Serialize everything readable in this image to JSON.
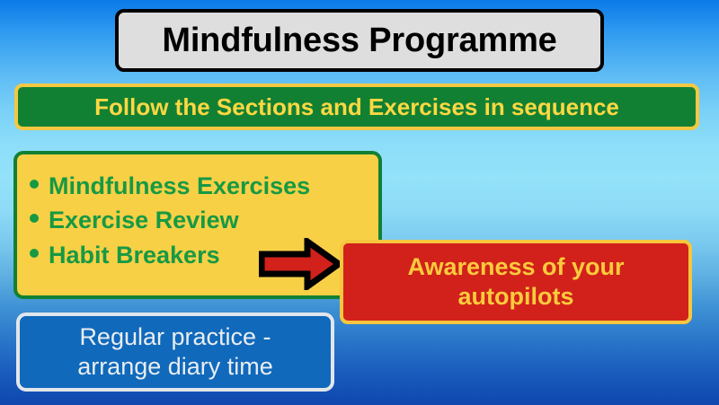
{
  "slide": {
    "title": "Mindfulness Programme",
    "banner": "Follow the Sections and Exercises in sequence",
    "bullets": [
      "Mindfulness Exercises",
      "Exercise Review",
      "Habit Breakers"
    ],
    "outcome_line1": "Awareness of your",
    "outcome_line2": "autopilots",
    "practice_line1": "Regular practice -",
    "practice_line2": "arrange diary time",
    "arrow_icon": "right-arrow-icon"
  },
  "colors": {
    "title_fill": "#dedede",
    "title_border": "#000000",
    "title_text": "#000000",
    "banner_fill": "#128033",
    "banner_border": "#f5c842",
    "banner_text": "#fcd842",
    "bullets_fill": "#f7d046",
    "bullets_border": "#128033",
    "bullets_text": "#179944",
    "arrow_fill": "#d2211a",
    "arrow_outline": "#000000",
    "outcome_fill": "#d2211a",
    "outcome_border": "#f5c63e",
    "outcome_text": "#fbcb3d",
    "practice_fill": "#1069bb",
    "practice_border": "#e2e6ea",
    "practice_text": "#e9edf1",
    "background_top": "#0b7ae8",
    "background_mid": "#93e2fa",
    "background_bottom": "#0f47ae"
  }
}
